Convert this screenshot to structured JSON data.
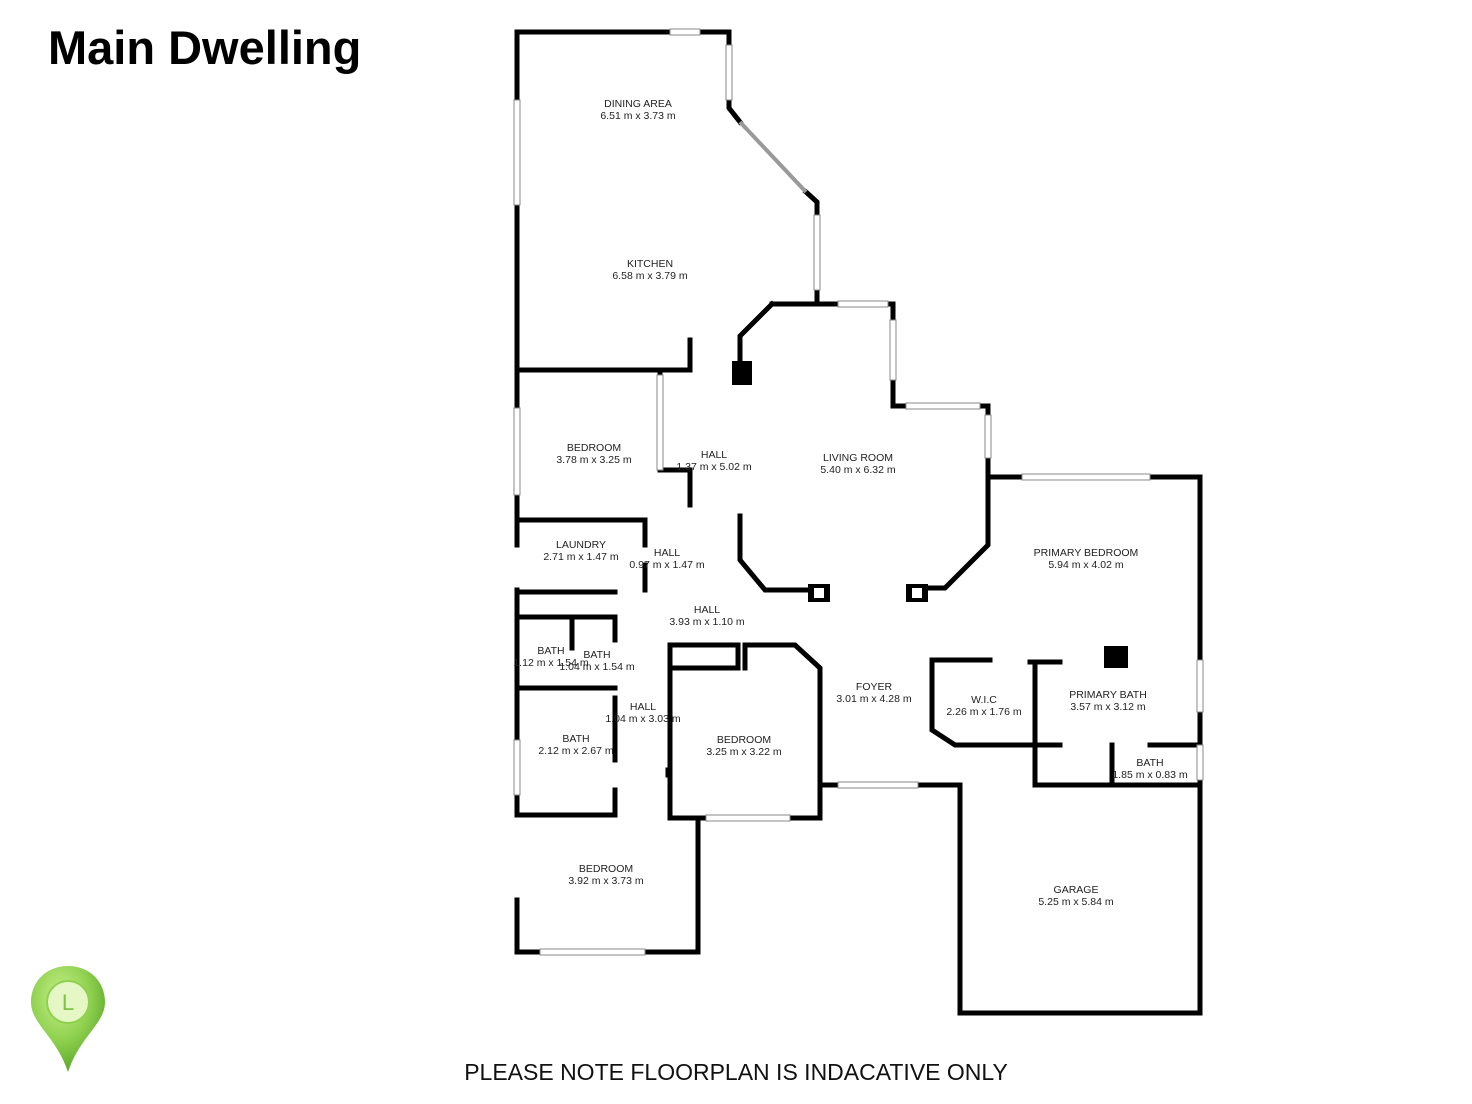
{
  "title": "Main Dwelling",
  "footer_note": "PLEASE NOTE FLOORPLAN IS INDACATIVE ONLY",
  "logo": {
    "icon": "location-pin-icon",
    "letter": "L",
    "color": "#7dc242"
  },
  "rooms": [
    {
      "name": "DINING AREA",
      "dims": "6.51 m x 3.73 m"
    },
    {
      "name": "KITCHEN",
      "dims": "6.58 m x 3.79 m"
    },
    {
      "name": "BEDROOM",
      "dims": "3.78 m x 3.25 m"
    },
    {
      "name": "HALL",
      "dims": "1.37 m x 5.02 m"
    },
    {
      "name": "LIVING ROOM",
      "dims": "5.40 m x 6.32 m"
    },
    {
      "name": "LAUNDRY",
      "dims": "2.71 m x 1.47 m"
    },
    {
      "name": "HALL",
      "dims": "0.97 m x 1.47 m"
    },
    {
      "name": "HALL",
      "dims": "3.93 m x 1.10 m"
    },
    {
      "name": "PRIMARY BEDROOM",
      "dims": "5.94 m x 4.02 m"
    },
    {
      "name": "BATH",
      "dims": "1.12 m x 1.54 m"
    },
    {
      "name": "BATH",
      "dims": "1.04 m x 1.54 m"
    },
    {
      "name": "FOYER",
      "dims": "3.01 m x 4.28 m"
    },
    {
      "name": "W.I.C",
      "dims": "2.26 m x 1.76 m"
    },
    {
      "name": "PRIMARY BATH",
      "dims": "3.57 m x 3.12 m"
    },
    {
      "name": "HALL",
      "dims": "1.04 m x 3.03 m"
    },
    {
      "name": "BEDROOM",
      "dims": "3.25 m x 3.22 m"
    },
    {
      "name": "BATH",
      "dims": "2.12 m x 2.67 m"
    },
    {
      "name": "BATH",
      "dims": "1.85 m x 0.83 m"
    },
    {
      "name": "BEDROOM",
      "dims": "3.92 m x 3.73 m"
    },
    {
      "name": "GARAGE",
      "dims": "5.25 m x 5.84 m"
    }
  ]
}
